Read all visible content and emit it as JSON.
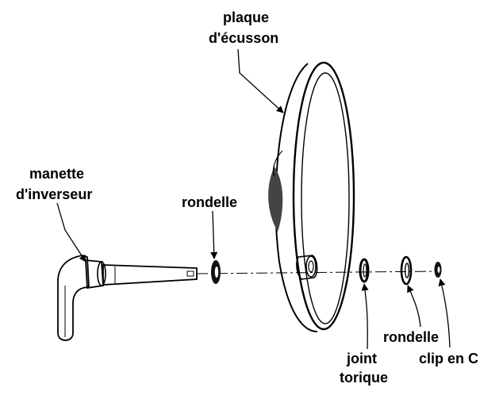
{
  "labels": {
    "escutcheon": [
      "plaque",
      "d'écusson"
    ],
    "handle": [
      "manette",
      "d'inverseur"
    ],
    "washer_left": "rondelle",
    "o_ring": [
      "joint",
      "torique"
    ],
    "washer_right": "rondelle",
    "c_clip": "clip en C"
  },
  "colors": {
    "line": "#000000",
    "background": "#ffffff",
    "shading": "#444444"
  }
}
